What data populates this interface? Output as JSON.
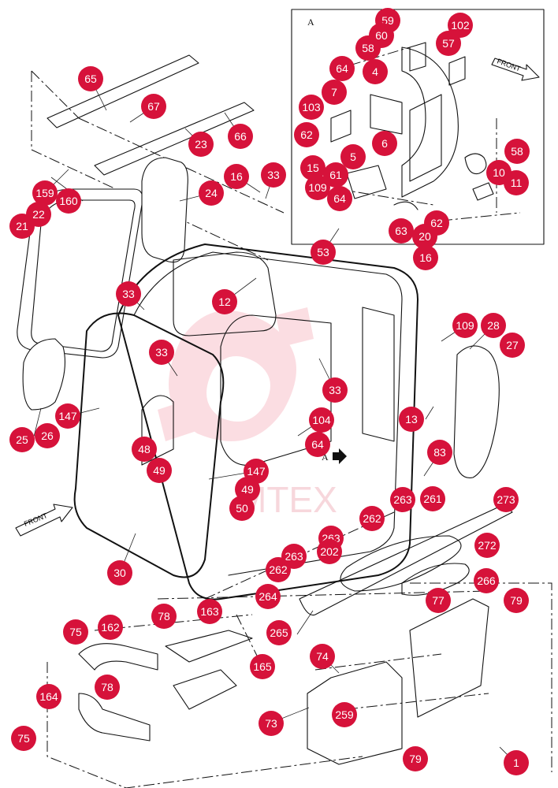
{
  "diagram": {
    "detail_label": "A",
    "front_label": "FRONT",
    "pointer_label": "A",
    "watermark": "MTEX",
    "colors": {
      "callout": "#d6123a",
      "lines": "#111111",
      "watermark": "#f2b8c0"
    },
    "callouts": [
      "59",
      "102",
      "60",
      "58",
      "57",
      "64",
      "4",
      "7",
      "103",
      "62",
      "5",
      "6",
      "58",
      "15",
      "61",
      "10",
      "11",
      "109",
      "64",
      "62",
      "63",
      "20",
      "16",
      "65",
      "67",
      "23",
      "66",
      "16",
      "33",
      "24",
      "159",
      "160",
      "22",
      "21",
      "53",
      "12",
      "33",
      "33",
      "109",
      "28",
      "27",
      "33",
      "147",
      "13",
      "104",
      "64",
      "25",
      "26",
      "48",
      "49",
      "147",
      "49",
      "50",
      "83",
      "263",
      "261",
      "273",
      "262",
      "263",
      "202",
      "272",
      "30",
      "263",
      "262",
      "264",
      "266",
      "78",
      "163",
      "77",
      "79",
      "75",
      "162",
      "265",
      "165",
      "164",
      "78",
      "74",
      "259",
      "73",
      "75",
      "79",
      "1"
    ]
  }
}
